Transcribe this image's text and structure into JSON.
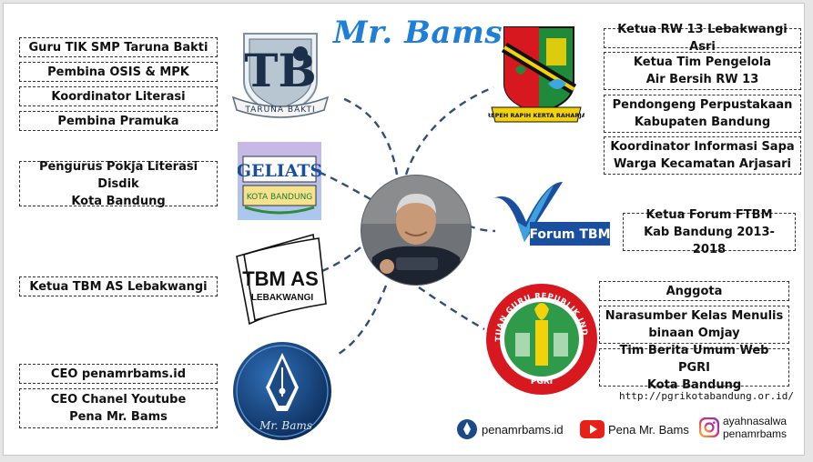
{
  "title": "Mr. Bams",
  "left_roles": [
    "Guru TIK SMP Taruna Bakti",
    "Pembina OSIS & MPK",
    "Koordinator Literasi",
    "Pembina Pramuka",
    "Pengurus Pokja Literasi Disdik\nKota Bandung",
    "Ketua TBM AS Lebakwangi",
    "CEO penamrbams.id",
    "CEO Chanel Youtube\nPena Mr. Bams"
  ],
  "right_roles": [
    "Ketua RW 13 Lebakwangi Asri",
    "Ketua Tim Pengelola\nAir Bersih RW 13",
    "Pendongeng Perpustakaan\nKabupaten Bandung",
    "Koordinator Informasi Sapa\nWarga Kecamatan Arjasari",
    "Ketua Forum FTBM\nKab Bandung 2013-2018",
    "Anggota",
    "Narasumber Kelas Menulis\nbinaan Omjay",
    "Tim Berita Umum Web PGRI\nKota Bandung"
  ],
  "pgri_url": "http://pgrikotabandung.or.id/",
  "logos": {
    "taruna_bakti": {
      "letters": "TB",
      "ribbon": "TARUNA BAKTI"
    },
    "bandung": {
      "motto": "REPEH RAPIH KERTA RAHARJA"
    },
    "geliats": {
      "line1": "GELIATS",
      "line2": "KOTA BANDUNG"
    },
    "forum_tbm": {
      "label": "Forum TBM"
    },
    "tbm_as": {
      "line1": "TBM AS",
      "line2": "LEBAKWANGI"
    },
    "pgri": {
      "top": "PERSATUAN GURU REPUBLIK INDONESIA",
      "bottom": "PGRI"
    },
    "pena": {
      "signature": "Mr. Bams"
    }
  },
  "footer": {
    "website": "penamrbams.id",
    "youtube": "Pena Mr. Bams",
    "instagram": "ayahnasalwa\npenamrbams"
  },
  "colors": {
    "title": "#1f7fd6",
    "connector": "#2f4f7a",
    "youtube": "#e62117",
    "pgri_red": "#d7191f",
    "bandung_yellow": "#f2d20a",
    "forum_blue": "#1a4fa0"
  }
}
